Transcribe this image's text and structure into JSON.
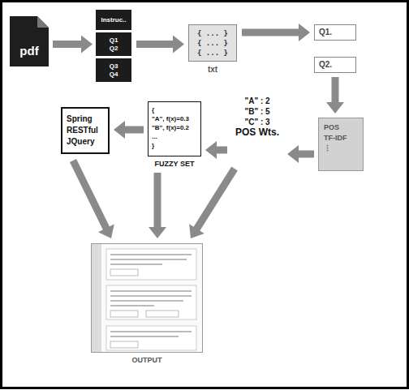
{
  "diagram": {
    "nodes": [
      {
        "text": [
          "pdf"
        ]
      },
      {
        "text": [
          "Instruc.."
        ]
      },
      {
        "text": [
          "Q1",
          "Q2"
        ]
      },
      {
        "text": [
          "Q3",
          "Q4"
        ]
      },
      {
        "text": [
          "{ ... }",
          "{ ... }",
          "{ ... }",
          "txt"
        ]
      },
      {
        "text": [
          "Q1."
        ]
      },
      {
        "text": [
          "Q2."
        ]
      },
      {
        "text": [
          "POS",
          "TF-IDF",
          "⋮"
        ]
      },
      {
        "text": [
          "\"A\" : 2",
          "\"B\" : 5",
          "\"C\" : 3",
          "POS Wts."
        ]
      },
      {
        "text": [
          "{",
          "\"A\", f(x)=0.3",
          "\"B\", f(x)=0.2",
          "...",
          "}",
          "FUZZY SET"
        ]
      },
      {
        "text": [
          "Spring",
          "RESTful",
          "JQuery"
        ]
      },
      {
        "text": [
          "OUTPUT"
        ]
      }
    ],
    "edges": [
      {
        "from": 0,
        "to": 2,
        "arrow": "to"
      },
      {
        "from": 2,
        "to": 4,
        "arrow": "to"
      },
      {
        "from": 4,
        "to": 5,
        "arrow": "to"
      },
      {
        "from": 6,
        "to": 7,
        "arrow": "to"
      },
      {
        "from": 7,
        "to": 8,
        "arrow": "to"
      },
      {
        "from": 8,
        "to": 9,
        "arrow": "to"
      },
      {
        "from": 9,
        "to": 10,
        "arrow": "to"
      },
      {
        "from": 10,
        "to": 11,
        "arrow": "to"
      },
      {
        "from": 9,
        "to": 11,
        "arrow": "to"
      },
      {
        "from": 8,
        "to": 11,
        "arrow": "to"
      }
    ]
  }
}
